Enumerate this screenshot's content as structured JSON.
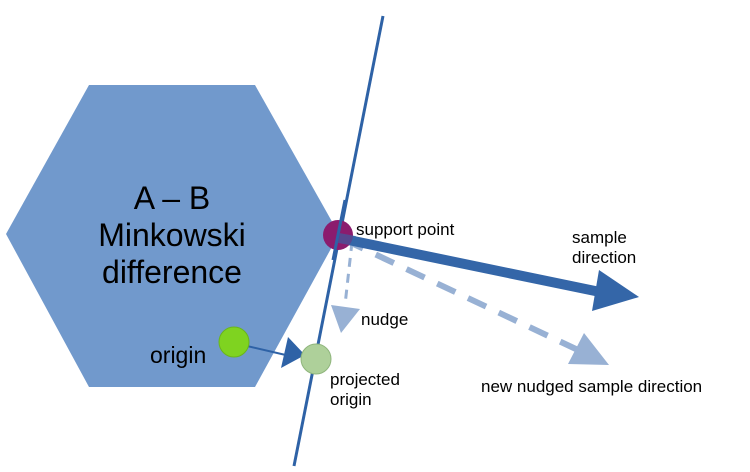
{
  "diagram": {
    "shape": {
      "title_lines": [
        "A – B",
        "Minkowski",
        "difference"
      ],
      "fill": "#7199cc"
    },
    "labels": {
      "support_point": "support point",
      "sample_direction_line1": "sample",
      "sample_direction_line2": "direction",
      "nudge": "nudge",
      "origin": "origin",
      "projected_origin_line1": "projected",
      "projected_origin_line2": "origin",
      "new_nudged_sample_direction": "new nudged sample direction"
    },
    "colors": {
      "line": "#2e62a6",
      "sample_arrow": "#3466a8",
      "nudged_arrow": "#98b1d4",
      "support_point": "#8b1c6e",
      "origin": "#7fd320",
      "projected_origin": "#aed09a"
    }
  }
}
